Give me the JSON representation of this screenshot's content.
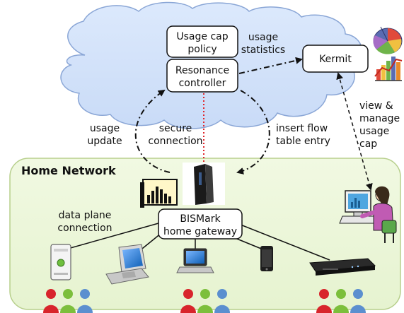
{
  "cloud": {
    "usage_cap_policy": [
      "Usage cap",
      "policy"
    ],
    "resonance_controller": [
      "Resonance",
      "controller"
    ],
    "kermit": "Kermit",
    "usage_statistics": [
      "usage",
      "statistics"
    ]
  },
  "labels": {
    "usage_update": [
      "usage",
      "update"
    ],
    "secure_connection": [
      "secure",
      "connection"
    ],
    "insert_flow": [
      "insert flow",
      "table entry"
    ],
    "view_manage": [
      "view &",
      "manage",
      "usage",
      "cap"
    ],
    "data_plane": [
      "data plane",
      "connection"
    ]
  },
  "home": {
    "title": "Home Network",
    "gateway": [
      "BISMark",
      "home gateway"
    ]
  },
  "colors": {
    "cloud_fill": "#d4e3fa",
    "cloud_stroke": "#8aa6d6",
    "home_fill": "#eef7dc",
    "home_stroke": "#b7cf8c",
    "secure_link": "#e0262b",
    "person_red": "#d8252c",
    "person_green": "#7cbf3c",
    "person_blue": "#5b8fcf"
  }
}
